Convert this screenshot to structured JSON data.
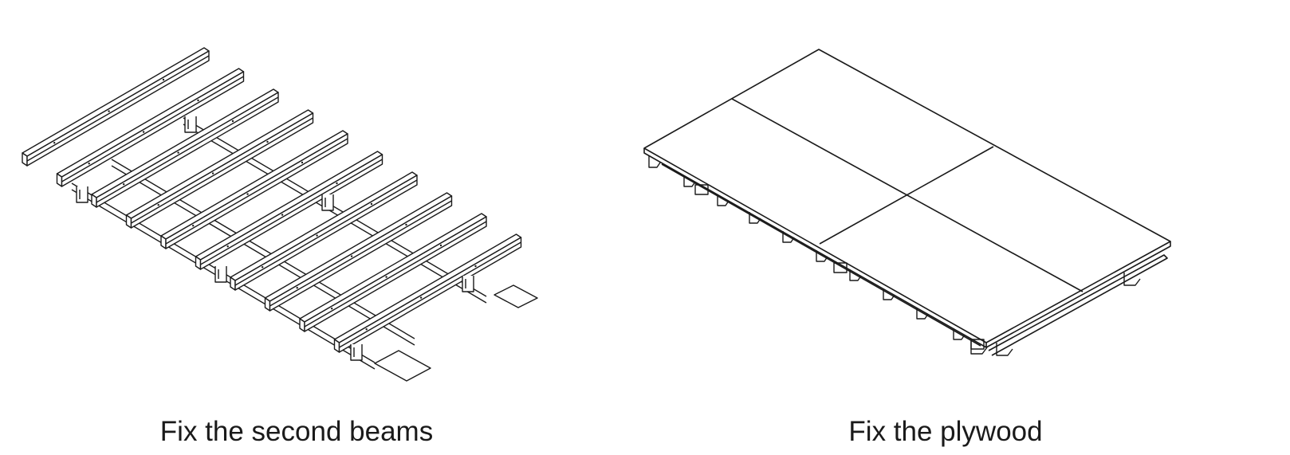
{
  "panels": [
    {
      "caption": "Fix the second beams",
      "illustration": "beam-frame-isometric"
    },
    {
      "caption": "Fix the plywood",
      "illustration": "plywood-deck-isometric"
    }
  ],
  "colors": {
    "line": "#1a1a1a",
    "background": "#ffffff"
  }
}
